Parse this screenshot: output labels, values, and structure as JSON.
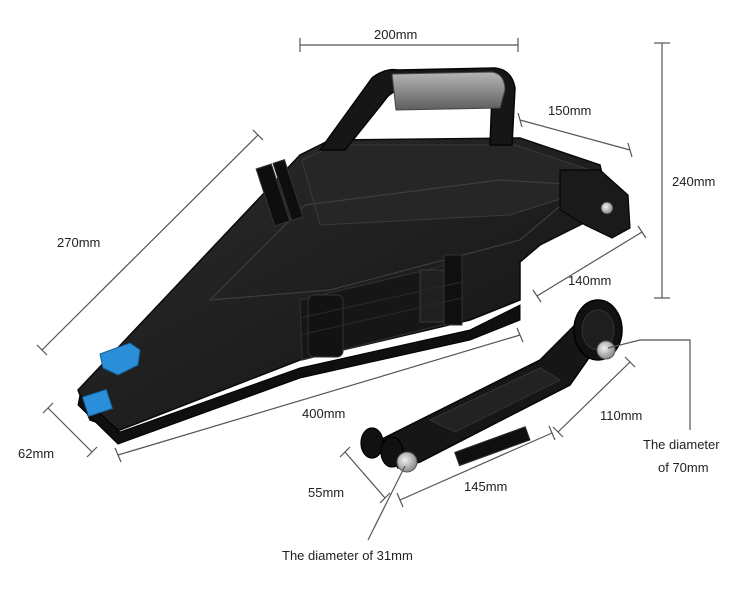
{
  "dimensions": {
    "width_top": "200mm",
    "depth_top": "150mm",
    "height": "240mm",
    "length_diag": "270mm",
    "front_depth": "140mm",
    "length_base": "400mm",
    "base_width": "62mm",
    "arm_length": "110mm",
    "arm_width": "55mm",
    "arm_span": "145mm"
  },
  "callouts": {
    "wheel_large_line1": "The diameter",
    "wheel_large_line2": "of 70mm",
    "wheel_small": "The diameter of 31mm"
  },
  "colors": {
    "body": "#1b1b1b",
    "handle_grip": "#8a8a8a",
    "accent_clip": "#2a8fd8",
    "dimension_line": "#555555"
  }
}
